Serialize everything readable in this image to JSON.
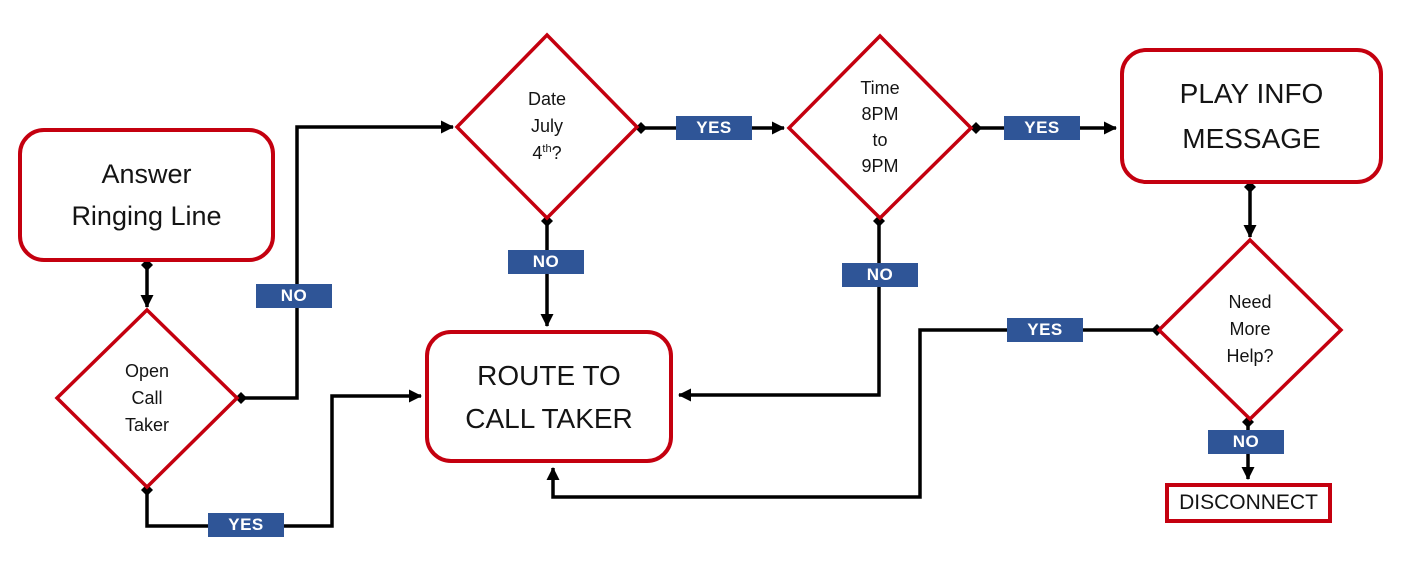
{
  "colors": {
    "shape_border": "#C4000F",
    "badge_bg": "#2F5597",
    "badge_text": "#FFFFFF",
    "connector": "#000000",
    "text": "#141414",
    "background": "#FFFFFF"
  },
  "nodes": {
    "answer_ringing_line": {
      "type": "terminator",
      "lines": [
        "Answer",
        "Ringing Line"
      ]
    },
    "open_call_taker": {
      "type": "decision",
      "lines": [
        "Open",
        "Call",
        "Taker"
      ]
    },
    "date_july_4th": {
      "type": "decision",
      "lines": [
        "Date",
        "July"
      ],
      "line3": {
        "base": "4",
        "sup": "th",
        "end": "?"
      }
    },
    "time_8pm_to_9pm": {
      "type": "decision",
      "lines": [
        "Time",
        "8PM",
        "to",
        "9PM"
      ]
    },
    "play_info_message": {
      "type": "terminator",
      "lines": [
        "PLAY INFO",
        "MESSAGE"
      ]
    },
    "route_to_call_taker": {
      "type": "terminator",
      "lines": [
        "ROUTE TO",
        "CALL TAKER"
      ]
    },
    "need_more_help": {
      "type": "decision",
      "lines": [
        "Need",
        "More",
        "Help?"
      ]
    },
    "disconnect": {
      "type": "process",
      "lines": [
        "DISCONNECT"
      ]
    }
  },
  "edges": {
    "open_no": {
      "label": "NO",
      "from": "open_call_taker",
      "to": "date_july_4th"
    },
    "open_yes": {
      "label": "YES",
      "from": "open_call_taker",
      "to": "route_to_call_taker"
    },
    "date_yes": {
      "label": "YES",
      "from": "date_july_4th",
      "to": "time_8pm_to_9pm"
    },
    "date_no": {
      "label": "NO",
      "from": "date_july_4th",
      "to": "route_to_call_taker"
    },
    "time_yes": {
      "label": "YES",
      "from": "time_8pm_to_9pm",
      "to": "play_info_message"
    },
    "time_no": {
      "label": "NO",
      "from": "time_8pm_to_9pm",
      "to": "route_to_call_taker"
    },
    "help_yes": {
      "label": "YES",
      "from": "need_more_help",
      "to": "route_to_call_taker"
    },
    "help_no": {
      "label": "NO",
      "from": "need_more_help",
      "to": "disconnect"
    }
  }
}
